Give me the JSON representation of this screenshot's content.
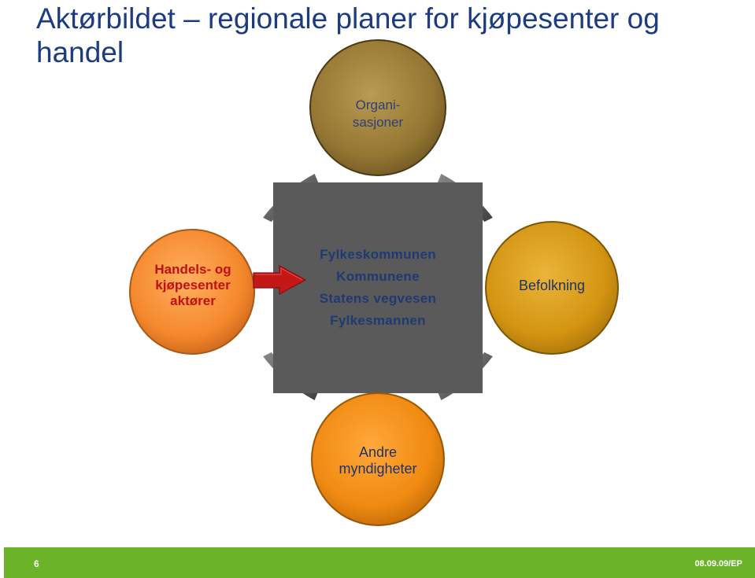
{
  "title": "Aktørbildet – regionale planer for kjøpesenter og handel",
  "nodes": {
    "organisasjoner": [
      "Organi-",
      "sasjoner"
    ],
    "handel": [
      "Handels- og",
      "kjøpesenter",
      "aktører"
    ],
    "befolkning": [
      "Befolkning"
    ],
    "andre": [
      "Andre",
      "myndigheter"
    ]
  },
  "center": {
    "items": [
      "Fylkeskommunen",
      "Kommunene",
      "Statens vegvesen",
      "Fylkesmannen"
    ]
  },
  "colors": {
    "title": "#1d3c80",
    "organisasjoner": "#9a7d3a",
    "handel": "#f58a2f",
    "befolkning": "#d99a10",
    "andre": "#f08a12",
    "center": "#5a5a5a",
    "arrow": "#c41818",
    "footer": "#6bb42a"
  },
  "footer": {
    "page": "6",
    "ref": "08.09.09/EP"
  }
}
